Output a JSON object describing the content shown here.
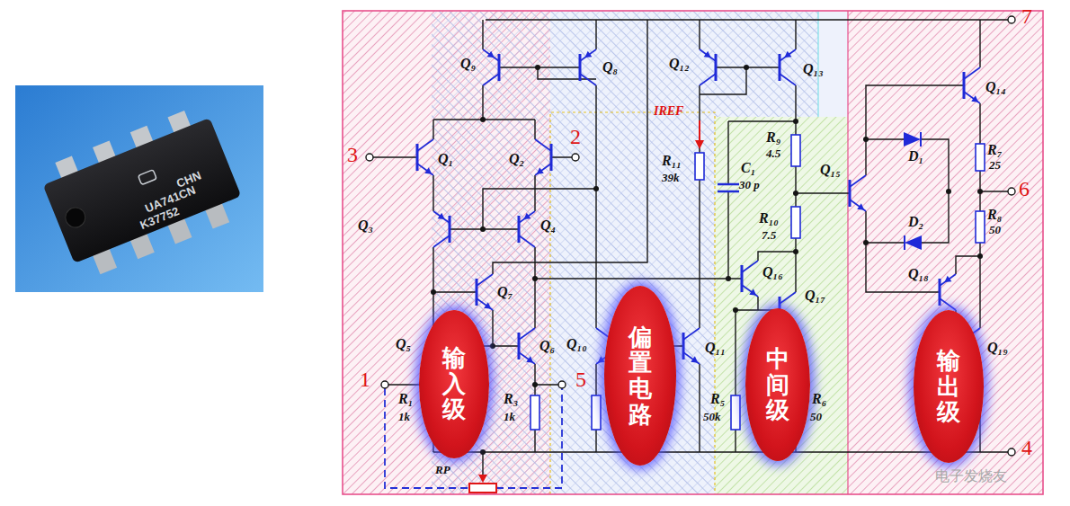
{
  "diagram": {
    "nodes": [
      {
        "text": [
          "输入级"
        ]
      },
      {
        "text": [
          "偏置电路"
        ]
      },
      {
        "text": [
          "中间级"
        ]
      },
      {
        "text": [
          "输出级"
        ]
      }
    ],
    "labels": [
      "CHN",
      "UA741CN",
      "K37752",
      "7",
      "Q₉",
      "Q₈",
      "Q₁₂",
      "Q₁₃",
      "Q₁₄",
      "IREF",
      "R₁₁",
      "39k",
      "C₁",
      "30 p",
      "R₉",
      "4.5",
      "R₁₀",
      "7.5",
      "Q₁₅",
      "D₁",
      "D₂",
      "R₇",
      "25",
      "6",
      "R₈",
      "50",
      "3",
      "Q₁",
      "Q₂",
      "2",
      "Q₃",
      "Q₄",
      "Q₇",
      "Q₅",
      "Q₆",
      "Q₁₀",
      "Q₁₁",
      "Q₁₆",
      "Q₁₇",
      "Q₁₈",
      "Q₁₉",
      "1",
      "5",
      "R₁",
      "1k",
      "R₃",
      "1k",
      "R₅",
      "50k",
      "R₆",
      "50",
      "4",
      "RP",
      "电子发烧友"
    ]
  }
}
